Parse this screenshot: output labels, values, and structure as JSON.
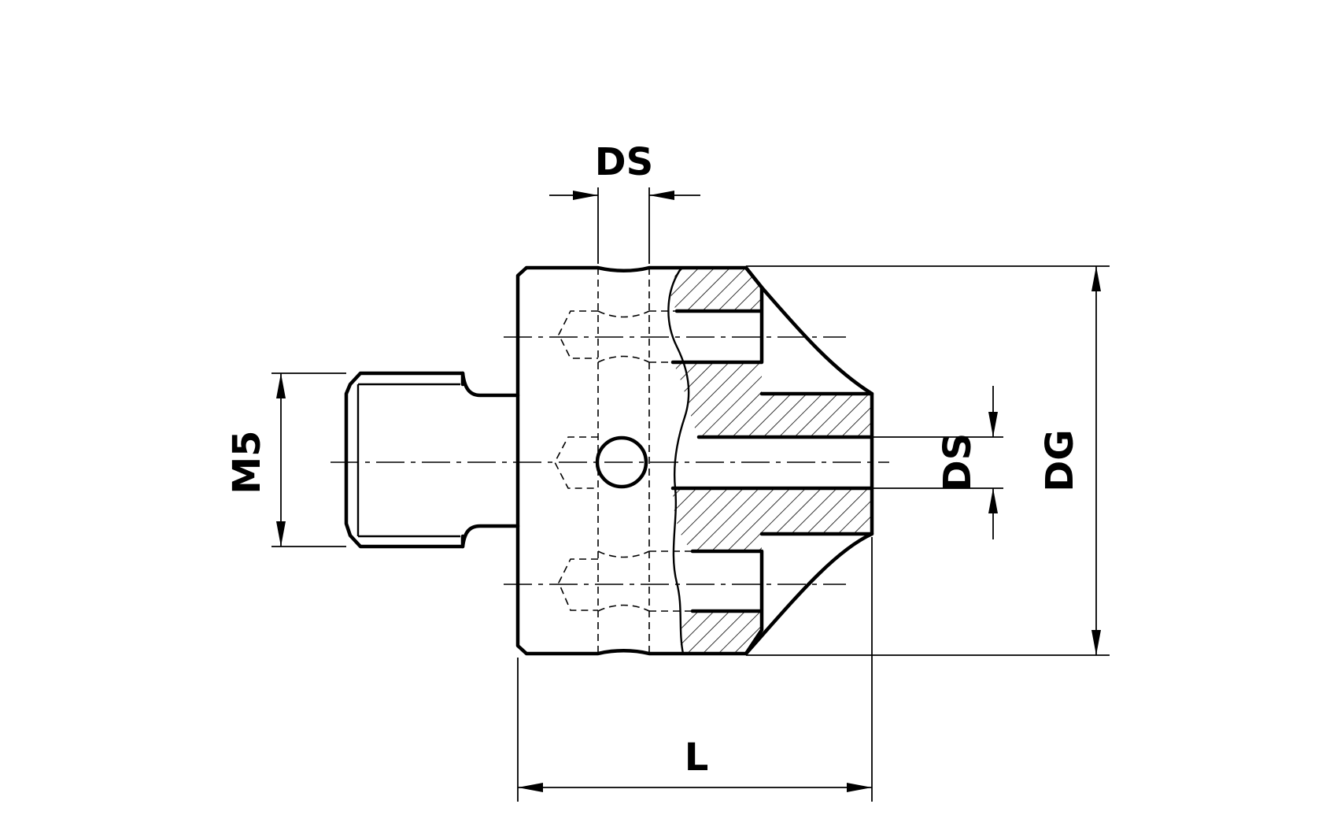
{
  "labels": {
    "ds_top": "DS",
    "ds_right": "DS",
    "dg": "DG",
    "m5": "M5",
    "l": "L"
  },
  "colors": {
    "line": "#000000",
    "background": "#ffffff"
  }
}
